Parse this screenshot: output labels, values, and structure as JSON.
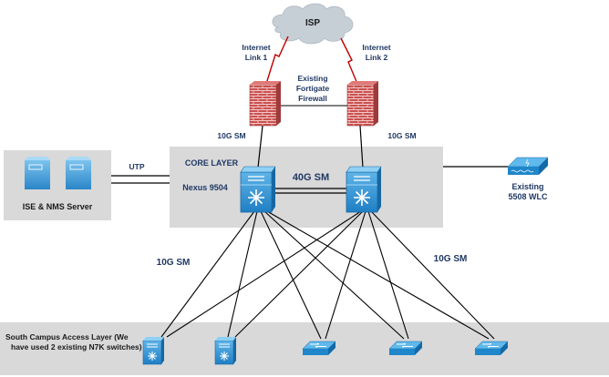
{
  "diagram": {
    "isp": {
      "label": "ISP"
    },
    "internet_links": [
      {
        "label_line1": "Internet",
        "label_line2": "Link 1"
      },
      {
        "label_line1": "Internet",
        "label_line2": "Link 2"
      }
    ],
    "firewall": {
      "label_line1": "Existing",
      "label_line2": "Fortigate",
      "label_line3": "Firewall"
    },
    "firewall_uplinks": [
      {
        "label": "10G SM"
      },
      {
        "label": "10G SM"
      }
    ],
    "core": {
      "title": "CORE LAYER",
      "model": "Nexus 9504",
      "interlink_label": "40G SM"
    },
    "servers": {
      "label": "ISE & NMS Server",
      "link_label": "UTP"
    },
    "wlc": {
      "label_line1": "Existing",
      "label_line2": "5508 WLC"
    },
    "distribution_links": [
      {
        "label": "10G SM"
      },
      {
        "label": "10G SM"
      }
    ],
    "access": {
      "label_line1": "South Campus Access Layer (We",
      "label_line2": "have used 2 existing N7K switches)",
      "devices": [
        {
          "type": "nexus-switch"
        },
        {
          "type": "nexus-switch"
        },
        {
          "type": "workgroup-switch"
        },
        {
          "type": "workgroup-switch"
        },
        {
          "type": "workgroup-switch"
        }
      ]
    },
    "colors": {
      "zone_fill": "#d9d9d9",
      "label_text": "#1f3864",
      "firewall_red": "#c0504d",
      "device_blue": "#2a8fd0",
      "wan_link": "#c00000",
      "cloud_fill": "#c6ced6"
    }
  }
}
